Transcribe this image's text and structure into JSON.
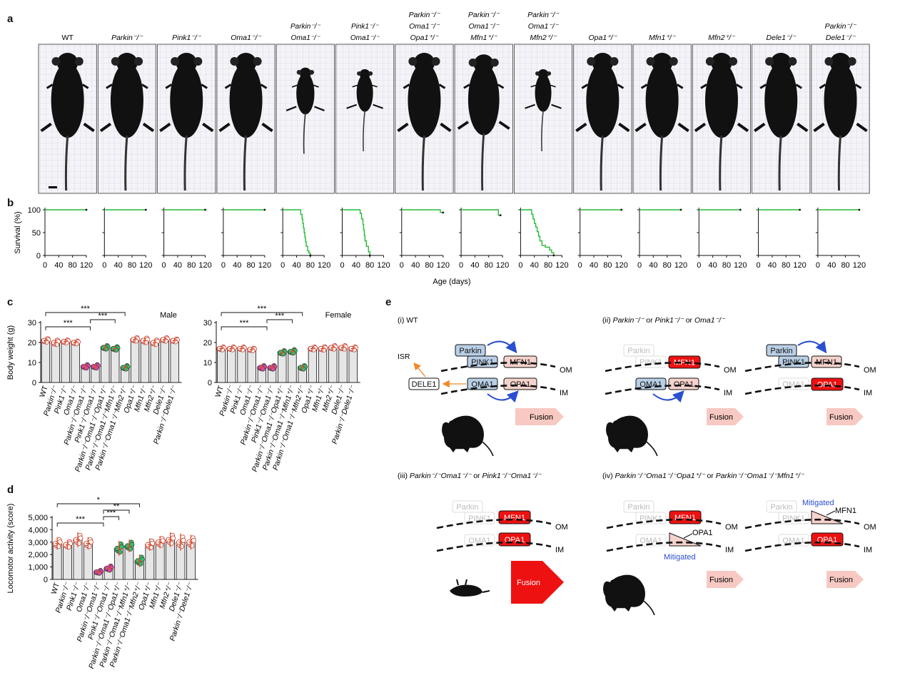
{
  "panel_letters": {
    "a": "a",
    "b": "b",
    "c": "c",
    "d": "d",
    "e": "e"
  },
  "panel_a": {
    "genotypes": [
      {
        "lines": [
          "WT"
        ],
        "italic": false,
        "size": "normal"
      },
      {
        "lines": [
          "Parkin⁻/⁻"
        ],
        "italic": true,
        "size": "normal"
      },
      {
        "lines": [
          "Pink1⁻/⁻"
        ],
        "italic": true,
        "size": "normal"
      },
      {
        "lines": [
          "Oma1⁻/⁻"
        ],
        "italic": true,
        "size": "normal"
      },
      {
        "lines": [
          "Parkin⁻/⁻",
          "Oma1⁻/⁻"
        ],
        "italic": true,
        "size": "small"
      },
      {
        "lines": [
          "Pink1⁻/⁻",
          "Oma1⁻/⁻"
        ],
        "italic": true,
        "size": "small"
      },
      {
        "lines": [
          "Parkin⁻/⁻",
          "Oma1⁻/⁻",
          "Opa1⁺/⁻"
        ],
        "italic": true,
        "size": "normal"
      },
      {
        "lines": [
          "Parkin⁻/⁻",
          "Oma1⁻/⁻",
          "Mfn1⁺/⁻"
        ],
        "italic": true,
        "size": "normal"
      },
      {
        "lines": [
          "Parkin⁻/⁻",
          "Oma1⁻/⁻",
          "Mfn2⁺/⁻"
        ],
        "italic": true,
        "size": "normal"
      },
      {
        "lines": [
          "Opa1⁺/⁻"
        ],
        "italic": true,
        "size": "normal"
      },
      {
        "lines": [
          "Mfn1⁺/⁻"
        ],
        "italic": true,
        "size": "normal"
      },
      {
        "lines": [
          "Mfn2⁺/⁻"
        ],
        "italic": true,
        "size": "normal"
      },
      {
        "lines": [
          "Dele1⁻/⁻"
        ],
        "italic": true,
        "size": "normal"
      },
      {
        "lines": [
          "Parkin⁻/⁻",
          "Dele1⁻/⁻"
        ],
        "italic": true,
        "size": "normal"
      }
    ],
    "body_size": [
      1,
      1,
      1,
      1,
      0.55,
      0.5,
      1,
      0.95,
      0.5,
      1,
      1,
      1,
      1,
      1
    ]
  },
  "chart_data": [
    {
      "panel": "b",
      "type": "line",
      "xlabel": "Age (days)",
      "ylabel": "Survival (%)",
      "xlim": [
        0,
        120
      ],
      "ylim": [
        0,
        100
      ],
      "xticks": [
        0,
        40,
        80,
        120
      ],
      "yticks": [
        0,
        50,
        100
      ],
      "color": "#22bb33",
      "series": [
        {
          "x": [
            0,
            120
          ],
          "y": [
            100,
            100
          ]
        },
        {
          "x": [
            0,
            120
          ],
          "y": [
            100,
            100
          ]
        },
        {
          "x": [
            0,
            120
          ],
          "y": [
            100,
            100
          ]
        },
        {
          "x": [
            0,
            120
          ],
          "y": [
            100,
            100
          ]
        },
        {
          "x": [
            0,
            48,
            52,
            56,
            58,
            60,
            62,
            64,
            66,
            68,
            72,
            76,
            80
          ],
          "y": [
            100,
            100,
            90,
            80,
            70,
            60,
            50,
            40,
            30,
            20,
            10,
            5,
            0
          ]
        },
        {
          "x": [
            0,
            48,
            52,
            56,
            60,
            62,
            64,
            66,
            70,
            76,
            80
          ],
          "y": [
            100,
            100,
            92,
            80,
            68,
            56,
            44,
            32,
            20,
            8,
            0
          ]
        },
        {
          "x": [
            0,
            110,
            112,
            120
          ],
          "y": [
            100,
            100,
            94,
            94
          ]
        },
        {
          "x": [
            0,
            106,
            108,
            114
          ],
          "y": [
            100,
            100,
            88,
            88
          ]
        },
        {
          "x": [
            0,
            28,
            32,
            36,
            40,
            44,
            48,
            52,
            56,
            62,
            72,
            84,
            90,
            96
          ],
          "y": [
            100,
            100,
            90,
            80,
            70,
            62,
            52,
            42,
            32,
            22,
            18,
            12,
            6,
            0
          ]
        },
        {
          "x": [
            0,
            120
          ],
          "y": [
            100,
            100
          ]
        },
        {
          "x": [
            0,
            120
          ],
          "y": [
            100,
            100
          ]
        },
        {
          "x": [
            0,
            120
          ],
          "y": [
            100,
            100
          ]
        },
        {
          "x": [
            0,
            120
          ],
          "y": [
            100,
            100
          ]
        },
        {
          "x": [
            0,
            120
          ],
          "y": [
            100,
            100
          ]
        }
      ]
    },
    {
      "panel": "c-male",
      "type": "bar",
      "title": "Male",
      "ylabel": "Body weight (g)",
      "ylim": [
        0,
        30
      ],
      "yticks": [
        0,
        10,
        20,
        30
      ],
      "categories": [
        "WT",
        "Parkin⁻/⁻",
        "Pink1⁻/⁻",
        "Oma1⁻/⁻",
        "Parkin⁻/⁻Oma1⁻/⁻",
        "Pink1⁻/⁻Oma1⁻/⁻",
        "Parkin⁻/⁻Oma1⁻/⁻Opa1⁺/⁻",
        "Parkin⁻/⁻Oma1⁻/⁻Mfn1⁺/⁻",
        "Parkin⁻/⁻Oma1⁻/⁻Mfn2⁺/⁻",
        "Opa1⁺/⁻",
        "Mfn1⁺/⁻",
        "Mfn2⁺/⁻",
        "Dele1⁻/⁻",
        "Parkin⁻/⁻Dele1⁻/⁻"
      ],
      "values": [
        21,
        20,
        20.5,
        20,
        8,
        8,
        17.5,
        17,
        7.5,
        21.5,
        21,
        20,
        21.5,
        21
      ],
      "errors": [
        1.5,
        2,
        1.2,
        1.2,
        1.5,
        1.5,
        1.5,
        1.5,
        1.5,
        1.5,
        2,
        2,
        1.5,
        1.2
      ],
      "point_colors": [
        "w",
        "w",
        "w",
        "w",
        "m",
        "m",
        "g",
        "g",
        "g",
        "w",
        "w",
        "w",
        "w",
        "w"
      ],
      "significance": [
        {
          "from": 0,
          "to": 8,
          "label": "***",
          "level": 3
        },
        {
          "from": 0,
          "to": 4.5,
          "label": "***",
          "level": 1
        },
        {
          "from": 4.5,
          "to": 7,
          "label": "***",
          "level": 2
        }
      ]
    },
    {
      "panel": "c-female",
      "type": "bar",
      "title": "Female",
      "ylabel": "",
      "ylim": [
        0,
        30
      ],
      "yticks": [
        0,
        10,
        20,
        30
      ],
      "categories": [
        "WT",
        "Parkin⁻/⁻",
        "Pink1⁻/⁻",
        "Oma1⁻/⁻",
        "Parkin⁻/⁻Oma1⁻/⁻",
        "Pink1⁻/⁻Oma1⁻/⁻",
        "Parkin⁻/⁻Oma1⁻/⁻Opa1⁺/⁻",
        "Parkin⁻/⁻Oma1⁻/⁻Mfn1⁺/⁻",
        "Parkin⁻/⁻Oma1⁻/⁻Mfn2⁺/⁻",
        "Opa1⁺/⁻",
        "Mfn1⁺/⁻",
        "Mfn2⁺/⁻",
        "Dele1⁻/⁻",
        "Parkin⁻/⁻Dele1⁻/⁻"
      ],
      "values": [
        17,
        17,
        17,
        16.5,
        7.5,
        7.5,
        15,
        15.5,
        7.5,
        17,
        17,
        17.5,
        17.5,
        17
      ],
      "errors": [
        1.2,
        1.2,
        1.2,
        1,
        1.5,
        1.5,
        1.5,
        1.5,
        1.5,
        1.2,
        1.5,
        1.5,
        1.5,
        1.2
      ],
      "point_colors": [
        "w",
        "w",
        "w",
        "w",
        "m",
        "m",
        "g",
        "g",
        "g",
        "w",
        "w",
        "w",
        "w",
        "w"
      ],
      "significance": [
        {
          "from": 0,
          "to": 8,
          "label": "***",
          "level": 3
        },
        {
          "from": 0,
          "to": 4.5,
          "label": "***",
          "level": 1
        },
        {
          "from": 4.5,
          "to": 7,
          "label": "***",
          "level": 2
        }
      ]
    },
    {
      "panel": "d",
      "type": "bar",
      "ylabel": "Locomotor activity (score)",
      "ylim": [
        0,
        5000
      ],
      "yticks": [
        0,
        1000,
        2000,
        3000,
        4000,
        5000
      ],
      "ytick_labels": [
        "0",
        "1,000",
        "2,000",
        "3,000",
        "4,000",
        "5,000"
      ],
      "categories": [
        "WT",
        "Parkin⁻/⁻",
        "Pink1⁻/⁻",
        "Oma1⁻/⁻",
        "Parkin⁻/⁻Oma1⁻/⁻",
        "Pink1⁻/⁻Oma1⁻/⁻",
        "Parkin⁻/⁻Oma1⁻/⁻Opa1⁺/⁻",
        "Parkin⁻/⁻Oma1⁻/⁻Mfn1⁺/⁻",
        "Parkin⁻/⁻Oma1⁻/⁻Mfn2⁺/⁻",
        "Opa1⁺/⁻",
        "Mfn1⁺/⁻",
        "Mfn2⁺/⁻",
        "Dele1⁻/⁻",
        "Parkin⁻/⁻Dele1⁻/⁻"
      ],
      "values": [
        2900,
        2800,
        3200,
        2900,
        600,
        900,
        2500,
        2700,
        1500,
        2800,
        3000,
        3200,
        3000,
        3000
      ],
      "errors": [
        500,
        400,
        600,
        500,
        200,
        300,
        600,
        500,
        500,
        500,
        500,
        600,
        700,
        600
      ],
      "point_colors": [
        "w",
        "w",
        "w",
        "w",
        "m",
        "m",
        "g",
        "g",
        "g",
        "w",
        "w",
        "w",
        "w",
        "w"
      ],
      "significance": [
        {
          "from": 0,
          "to": 8,
          "label": "*",
          "level": 4
        },
        {
          "from": 0,
          "to": 4.5,
          "label": "***",
          "level": 1
        },
        {
          "from": 4.5,
          "to": 6,
          "label": "***",
          "level": 2
        },
        {
          "from": 4.5,
          "to": 7,
          "label": "**",
          "level": 3
        }
      ]
    }
  ],
  "panel_e": {
    "titles": {
      "i": "(i)  WT",
      "ii_prefix": "(ii)",
      "ii": [
        "Parkin⁻/⁻",
        " or ",
        "Pink1⁻/⁻",
        " or ",
        "Oma1⁻/⁻"
      ],
      "iii_prefix": "(iii)",
      "iii": [
        "Parkin⁻/⁻Oma1⁻/⁻",
        " or ",
        "Pink1⁻/⁻Oma1⁻/⁻"
      ],
      "iv_prefix": "(iv)",
      "iv": [
        "Parkin⁻/⁻Oma1⁻/⁻Opa1⁺/⁻",
        " or ",
        "Parkin⁻/⁻Oma1⁻/⁻Mfn1⁺/⁻"
      ]
    },
    "labels": {
      "parkin": "Parkin",
      "pink1": "PINK1",
      "mfn1": "MFN1",
      "oma1": "OMA1",
      "opa1": "OPA1",
      "dele1": "DELE1",
      "isr": "ISR",
      "om": "OM",
      "im": "IM",
      "fusion": "Fusion",
      "mitigated": "Mitigated"
    },
    "colors": {
      "blue_box": "#b9cfe6",
      "pink_box": "#f6d2cc",
      "red_box": "#ee1111",
      "fusion_arrow": "#f7c9c2",
      "fusion_big": "#ee1111",
      "orange": "#f08a28",
      "arrow_blue": "#2a4fd0",
      "mitigated_text": "#2a4fd0",
      "grey_text": "#bbbbbb"
    }
  }
}
